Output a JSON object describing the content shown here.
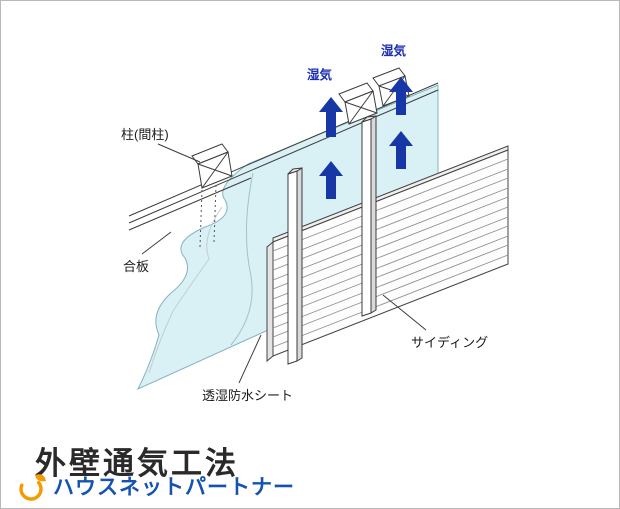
{
  "diagram": {
    "labels": {
      "pillar": "柱(間柱)",
      "plywood": "合板",
      "breathable_sheet": "透湿防水シート",
      "siding": "サイディング",
      "moisture_left": "湿気",
      "moisture_right": "湿気"
    },
    "colors": {
      "sheet_fill": "#d9f0f5",
      "sheet_edge": "#84b2bf",
      "arrow": "#1737a6",
      "moisture_text": "#1b2fb4"
    }
  },
  "footer": {
    "title": "外壁通気工法",
    "title_color": "#2a2a2a",
    "brand": "ハウスネットパートナー",
    "brand_color": "#1453af",
    "logo_color": "#f49b00"
  }
}
